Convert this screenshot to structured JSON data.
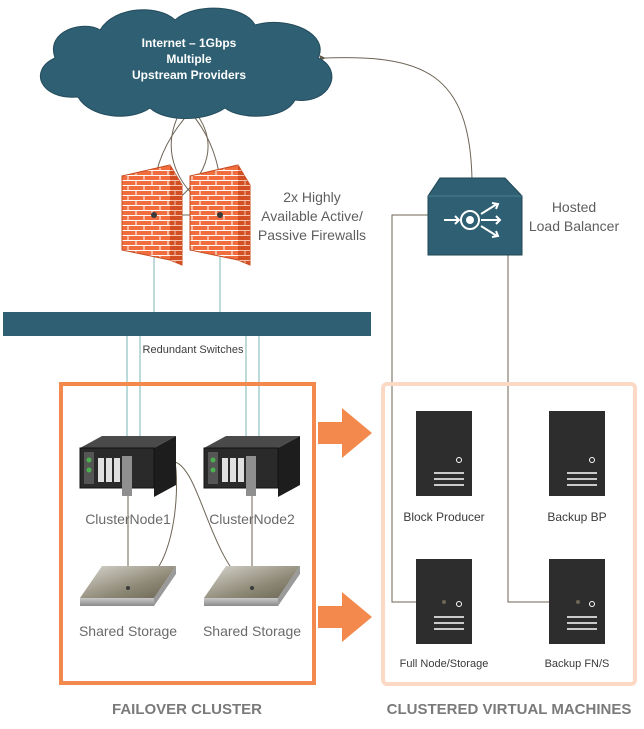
{
  "internet": {
    "line1": "Internet – 1Gbps",
    "line2": "Multiple",
    "line3": "Upstream Providers"
  },
  "firewalls": {
    "line1": "2x Highly",
    "line2": "Available Active/",
    "line3": "Passive Firewalls"
  },
  "load_balancer": {
    "line1": "Hosted",
    "line2": "Load Balancer"
  },
  "switches": {
    "label": "Redundant Switches"
  },
  "failover_cluster": {
    "title": "FAILOVER CLUSTER",
    "node1": "ClusterNode1",
    "node2": "ClusterNode2",
    "storage1": "Shared Storage",
    "storage2": "Shared Storage"
  },
  "virtual_machines": {
    "title": "CLUSTERED VIRTUAL MACHINES",
    "vm1": "Block Producer",
    "vm2": "Backup BP",
    "vm3": "Full Node/Storage",
    "vm4": "Backup FN/S"
  },
  "colors": {
    "teal": "#2e5f72",
    "orange": "#f4894d",
    "light_orange": "#fbd9c4",
    "firewall": "#ee6a3c",
    "server_dark": "#2d2d2d",
    "line": "#6e6556"
  }
}
